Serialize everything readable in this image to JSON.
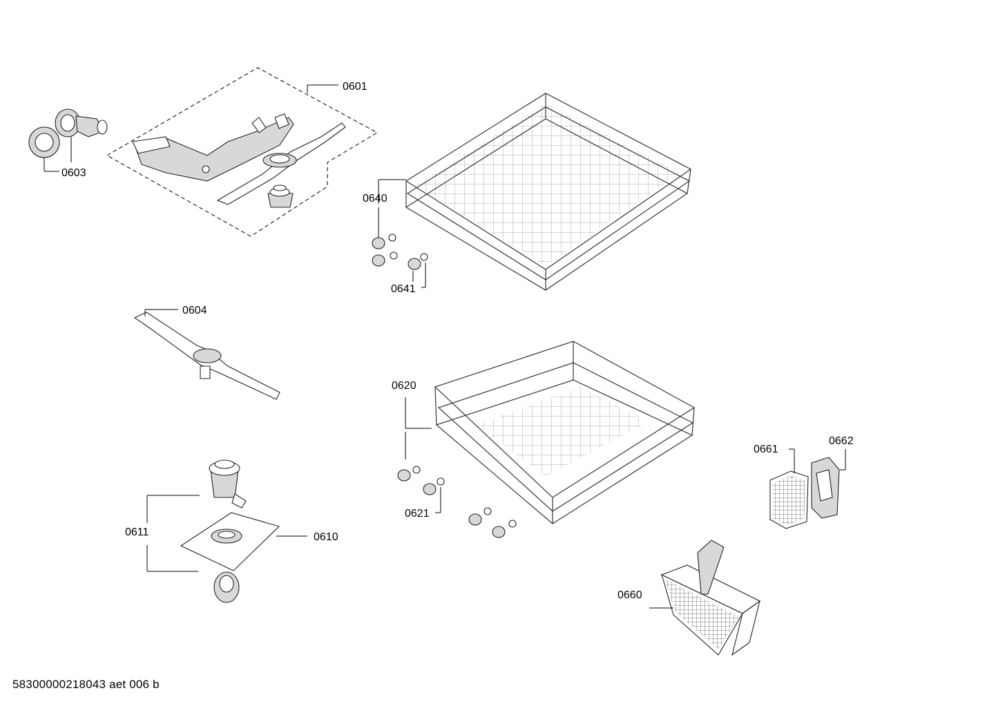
{
  "document_code": "58300000218043 aet 006 b",
  "labels": {
    "p0601": "0601",
    "p0603": "0603",
    "p0604": "0604",
    "p0610": "0610",
    "p0611": "0611",
    "p0620": "0620",
    "p0621": "0621",
    "p0640": "0640",
    "p0641": "0641",
    "p0660": "0660",
    "p0661": "0661",
    "p0662": "0662"
  }
}
